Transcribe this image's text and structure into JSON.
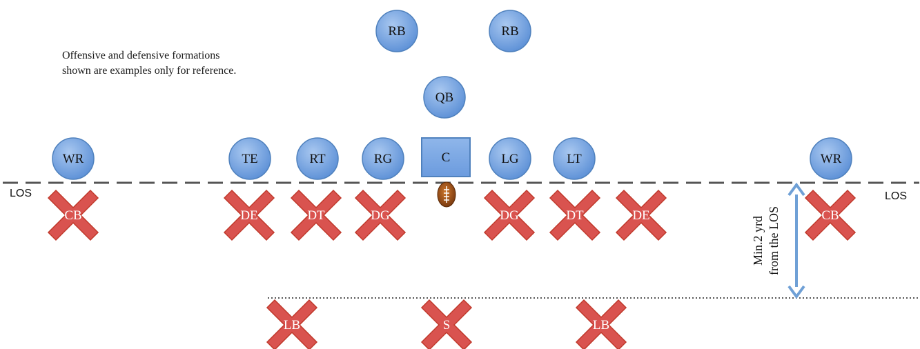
{
  "note": {
    "line1": "Offensive and defensive formations",
    "line2": "shown are examples only for reference."
  },
  "los_label": "LOS",
  "measure_label": {
    "line1": "Min.2 yrd",
    "line2": "from the LOS"
  },
  "offense": [
    {
      "id": "rb-left",
      "label": "RB",
      "shape": "circle"
    },
    {
      "id": "rb-right",
      "label": "RB",
      "shape": "circle"
    },
    {
      "id": "qb",
      "label": "QB",
      "shape": "circle"
    },
    {
      "id": "wr-left",
      "label": "WR",
      "shape": "circle"
    },
    {
      "id": "te",
      "label": "TE",
      "shape": "circle"
    },
    {
      "id": "rt",
      "label": "RT",
      "shape": "circle"
    },
    {
      "id": "rg",
      "label": "RG",
      "shape": "circle"
    },
    {
      "id": "c",
      "label": "C",
      "shape": "square"
    },
    {
      "id": "lg",
      "label": "LG",
      "shape": "circle"
    },
    {
      "id": "lt",
      "label": "LT",
      "shape": "circle"
    },
    {
      "id": "wr-right",
      "label": "WR",
      "shape": "circle"
    }
  ],
  "defense": [
    {
      "id": "cb-left",
      "label": "CB"
    },
    {
      "id": "de-left",
      "label": "DE"
    },
    {
      "id": "dt-left",
      "label": "DT"
    },
    {
      "id": "dg-left",
      "label": "DG"
    },
    {
      "id": "dg-right",
      "label": "DG"
    },
    {
      "id": "dt-right",
      "label": "DT"
    },
    {
      "id": "de-right",
      "label": "DE"
    },
    {
      "id": "cb-right",
      "label": "CB"
    },
    {
      "id": "lb-left",
      "label": "LB"
    },
    {
      "id": "s",
      "label": "S"
    },
    {
      "id": "lb-right",
      "label": "LB"
    }
  ],
  "colors": {
    "offense_fill": "#79a7e3",
    "offense_stroke": "#4f81bd",
    "defense_fill": "#d9534f",
    "defense_stroke": "#c0392b",
    "arrow": "#6fa0d6",
    "line": "#555555"
  }
}
